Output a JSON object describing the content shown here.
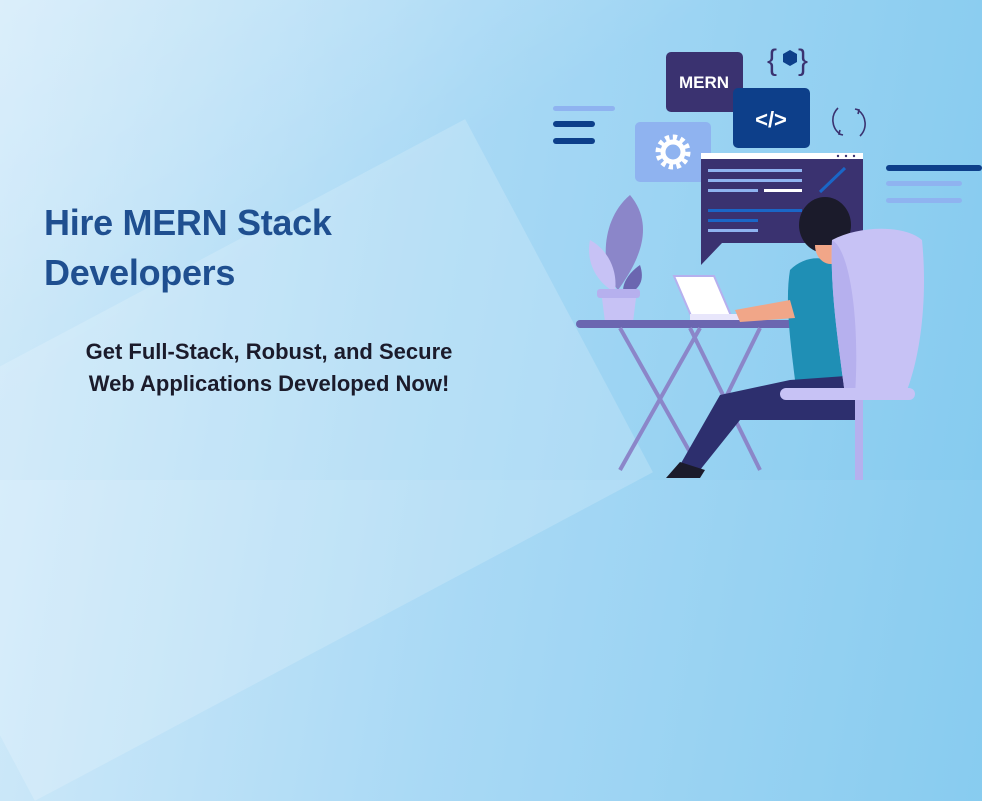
{
  "banner": {
    "title_line1": "Hire MERN Stack",
    "title_line2": "Developers",
    "subtitle_line1": "Get Full-Stack, Robust, and Secure",
    "subtitle_line2": "Web Applications Developed Now!"
  },
  "illustration": {
    "badge_label": "MERN",
    "code_label": "</>",
    "colors": {
      "navy": "#3a3270",
      "blue": "#0d3f8a",
      "light": "#8fb3f0",
      "lavender": "#c7c2f5"
    }
  }
}
